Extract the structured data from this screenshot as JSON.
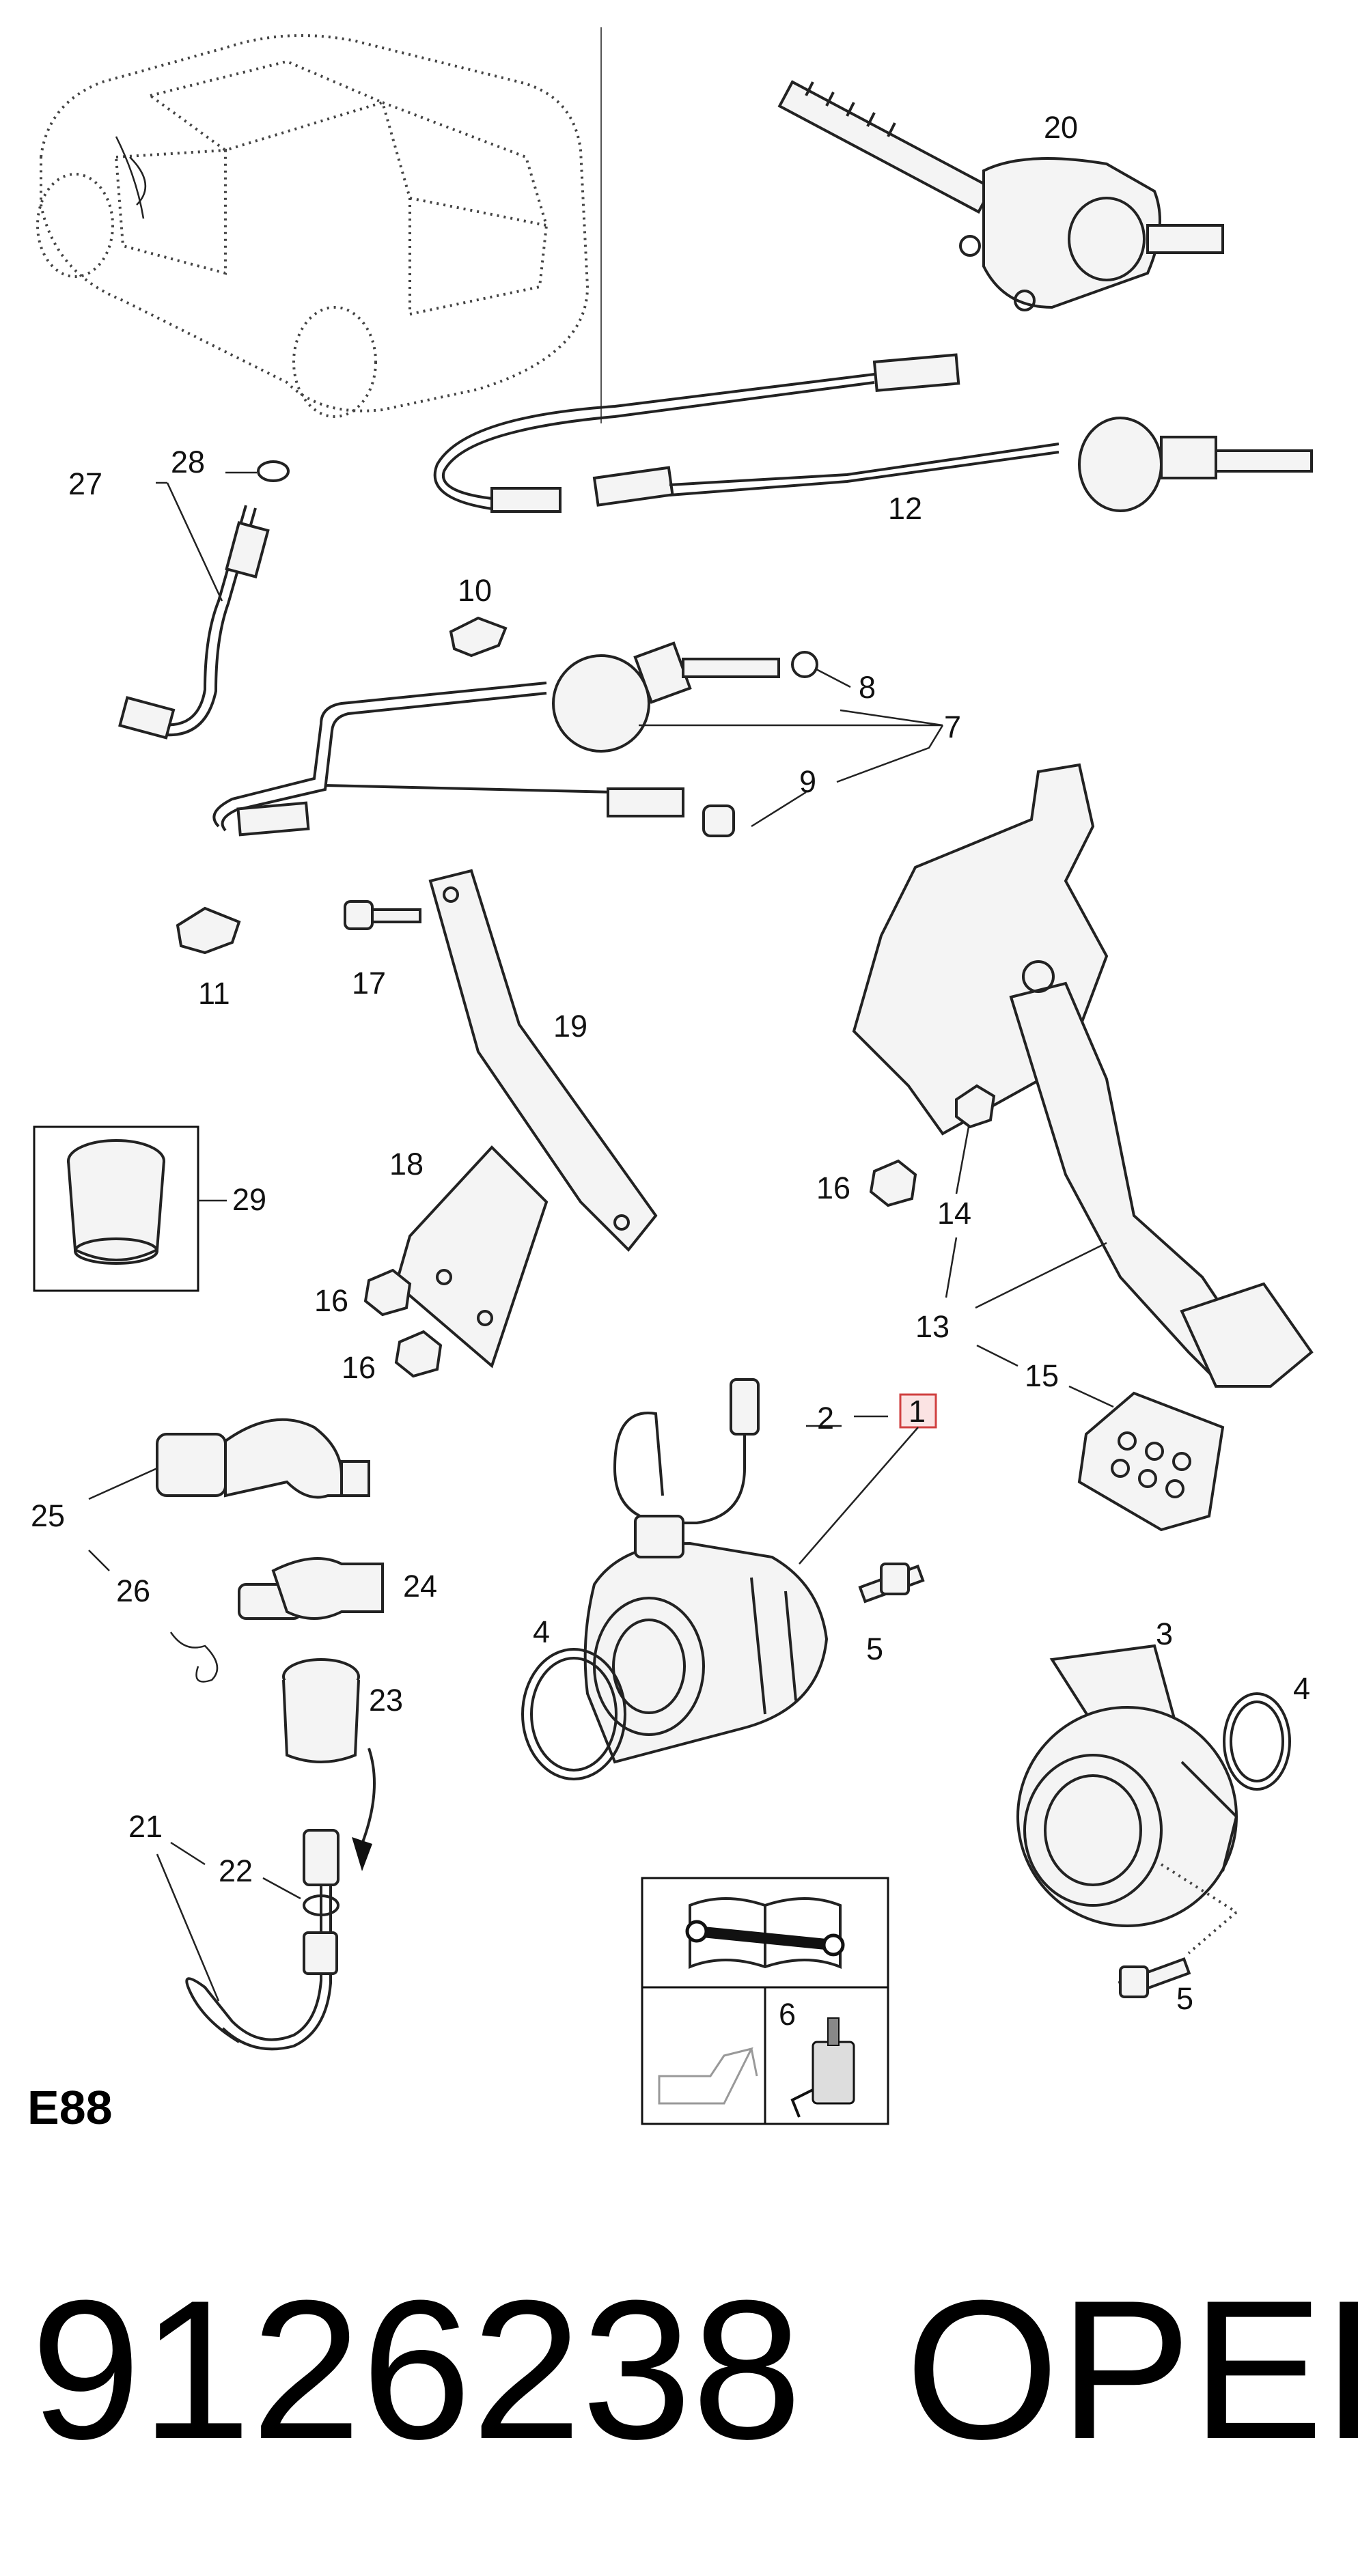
{
  "diagram": {
    "sheet_code": "E88",
    "part_number": "9126238",
    "brand": "OPEL",
    "highlighted_callout": "1",
    "highlight_color": "#d04040",
    "callouts": {
      "c1": "1",
      "c2": "2",
      "c3": "3",
      "c4a": "4",
      "c4b": "4",
      "c5a": "5",
      "c5b": "5",
      "c6": "6",
      "c7": "7",
      "c8": "8",
      "c9": "9",
      "c10": "10",
      "c11": "11",
      "c12": "12",
      "c13": "13",
      "c14": "14",
      "c15": "15",
      "c16a": "16",
      "c16b": "16",
      "c16c": "16",
      "c17": "17",
      "c18": "18",
      "c19": "19",
      "c20": "20",
      "c21": "21",
      "c22": "22",
      "c23": "23",
      "c24": "24",
      "c25": "25",
      "c26": "26",
      "c27": "27",
      "c28": "28",
      "c29": "29"
    },
    "icons": {
      "manual": "manual-with-wrench-icon",
      "fluid": "hydraulic-fluid-can-icon",
      "bleeder": "bleeder-bottle-icon",
      "vehicle": "vehicle-outline-icon"
    }
  }
}
